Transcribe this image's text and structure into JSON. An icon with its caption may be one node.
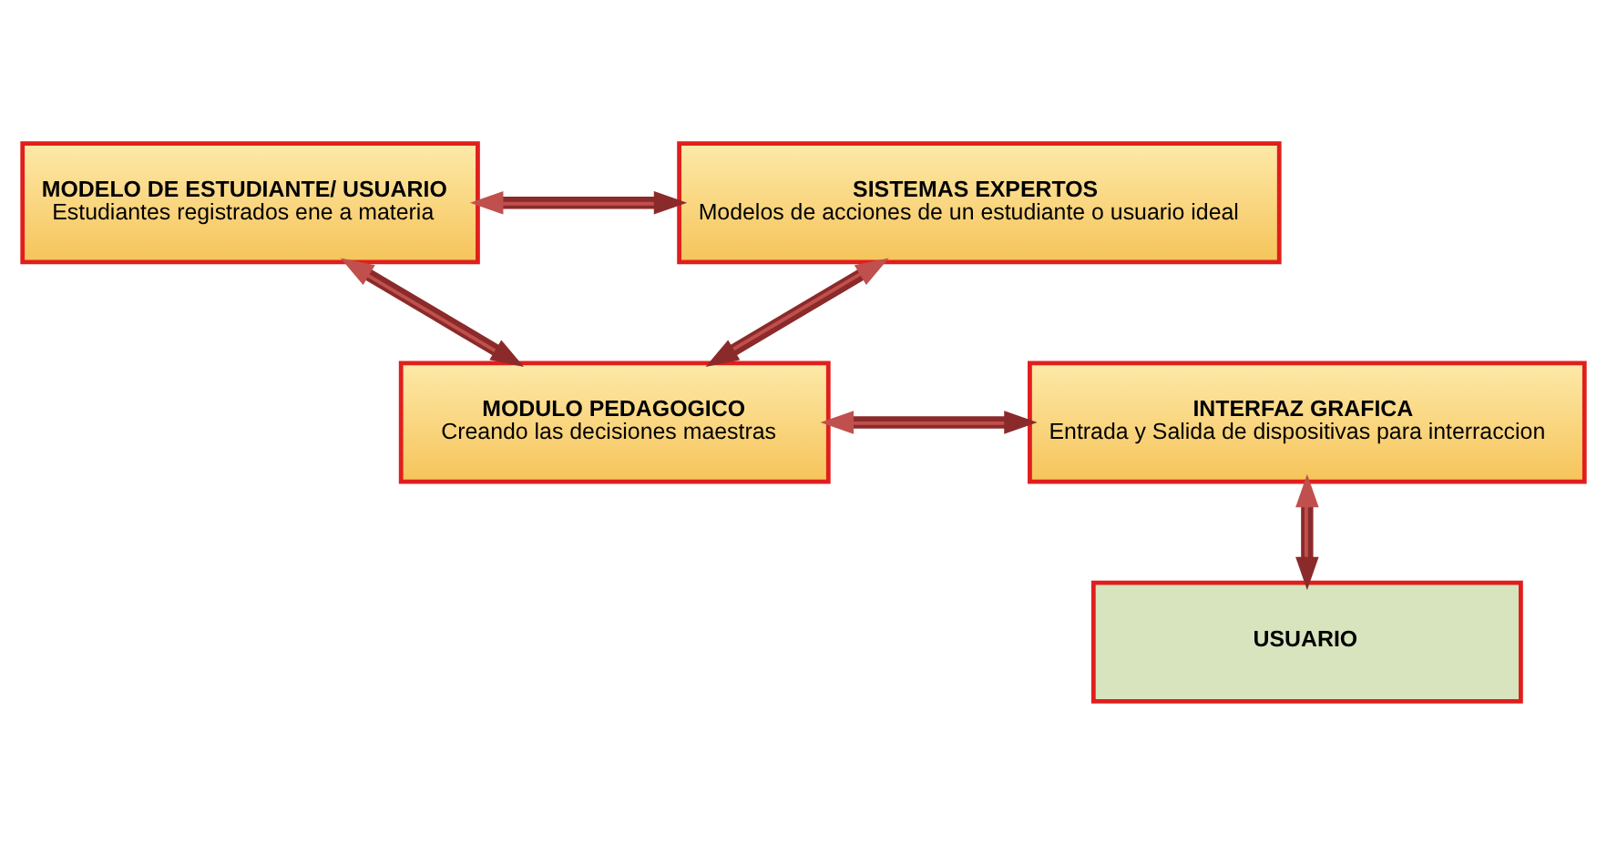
{
  "diagram": {
    "nodes": [
      {
        "text": [
          "MODELO DE ESTUDIANTE/ USUARIO",
          "Estudiantes registrados ene a materia"
        ]
      },
      {
        "text": [
          "SISTEMAS EXPERTOS",
          "Modelos de acciones de un estudiante o usuario ideal"
        ]
      },
      {
        "text": [
          "MODULO PEDAGOGICO",
          "Creando las decisiones maestras"
        ]
      },
      {
        "text": [
          "INTERFAZ GRAFICA",
          "Entrada y Salida de dispositivas para interraccion"
        ]
      },
      {
        "text": [
          "USUARIO"
        ]
      }
    ],
    "edges": [
      {
        "from": 0,
        "to": 1,
        "arrow": "both"
      },
      {
        "from": 0,
        "to": 2,
        "arrow": "both"
      },
      {
        "from": 1,
        "to": 2,
        "arrow": "both"
      },
      {
        "from": 2,
        "to": 3,
        "arrow": "both"
      },
      {
        "from": 3,
        "to": 4,
        "arrow": "both"
      }
    ]
  }
}
